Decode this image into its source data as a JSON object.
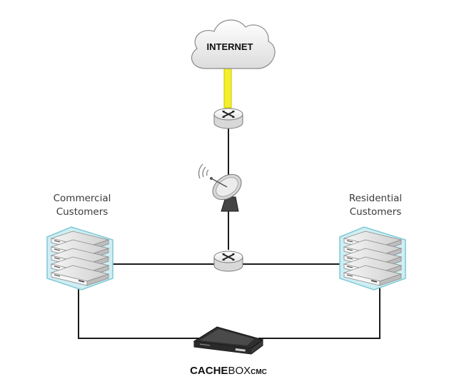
{
  "diagram": {
    "cloud_label": "INTERNET",
    "commercial_label": [
      "Commercial",
      "Customers"
    ],
    "residential_label": [
      "Residential",
      "Customers"
    ],
    "product_label": {
      "bold": "CACHE",
      "regular": "BOX",
      "suffix": "CMC"
    },
    "colors": {
      "uplink": "#f3ef2a",
      "line": "#1a1a1a",
      "rack_fill": "#cfeef3",
      "rack_border": "#7ec9d4"
    },
    "icons": [
      "cloud-icon",
      "router-icon",
      "satellite-dish-icon",
      "server-rack-icon",
      "cachebox-appliance-icon"
    ]
  }
}
